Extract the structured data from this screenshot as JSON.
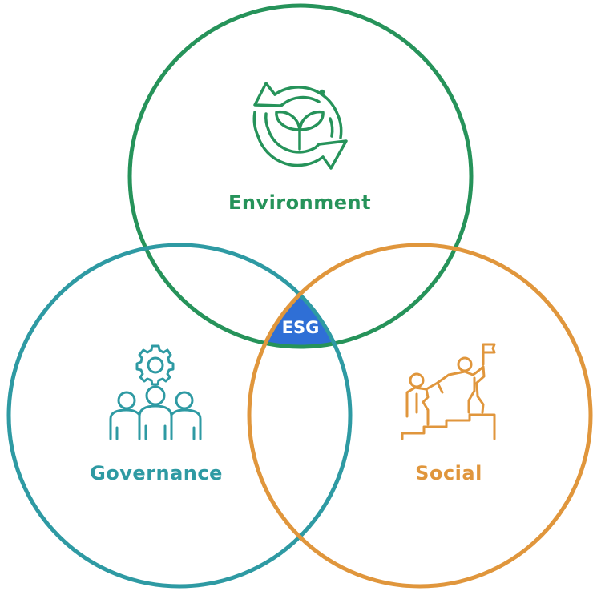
{
  "diagram": {
    "title": "ESG",
    "center": {
      "label": "ESG",
      "color": "#2f6fd6"
    },
    "circles": [
      {
        "id": "environment",
        "label": "Environment",
        "color": "#26935a",
        "icon": "recycle-sprout-icon"
      },
      {
        "id": "governance",
        "label": "Governance",
        "color": "#2e9aa3",
        "icon": "team-gear-icon"
      },
      {
        "id": "social",
        "label": "Social",
        "color": "#e0963c",
        "icon": "people-climbing-stairs-flag-icon"
      }
    ]
  }
}
